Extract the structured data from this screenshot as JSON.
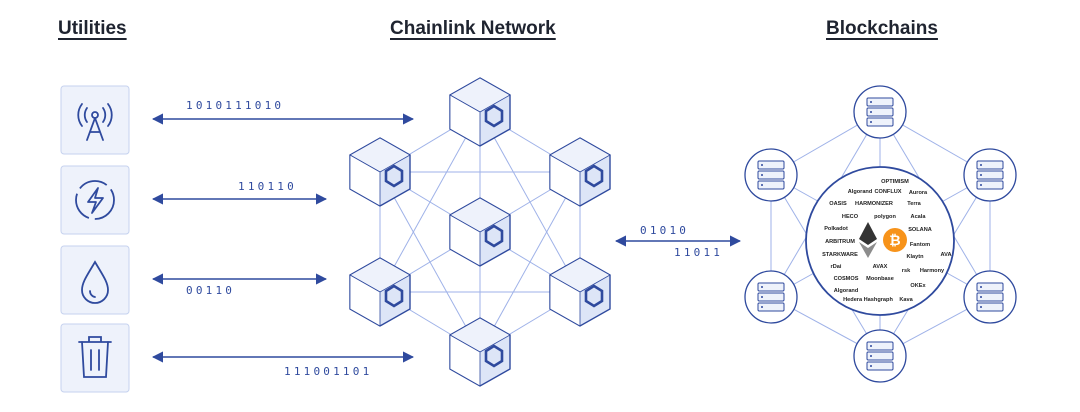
{
  "headers": {
    "utilities": "Utilities",
    "network": "Chainlink Network",
    "blockchains": "Blockchains"
  },
  "utility_icons": [
    "broadcast-tower-icon",
    "lightning-icon",
    "water-drop-icon",
    "trash-can-icon"
  ],
  "binary_labels": {
    "tower": "1010111010",
    "power": "110110",
    "water": "00110",
    "waste": "111001101",
    "chain_top": "01010",
    "chain_bottom": "11011"
  },
  "blockchain_logos": [
    "OPTIMISM",
    "Algorand",
    "CONFLUX",
    "Aurora",
    "OASIS",
    "HARMONIZER",
    "Terra",
    "HECO",
    "polygon",
    "Acala",
    "Polkadot",
    "SOLANA",
    "ARBITRUM",
    "Fantom",
    "STARKWARE",
    "Klaytn",
    "AVA",
    "rDai",
    "AVAX",
    "rsk",
    "Harmony",
    "COSMOS",
    "Moonbase",
    "Algorand",
    "OKEx",
    "Hedera Hashgraph",
    "Kava"
  ],
  "colors": {
    "accent": "#2f4a9e",
    "line": "#9fb2e8",
    "tile": "#eef2fb"
  }
}
